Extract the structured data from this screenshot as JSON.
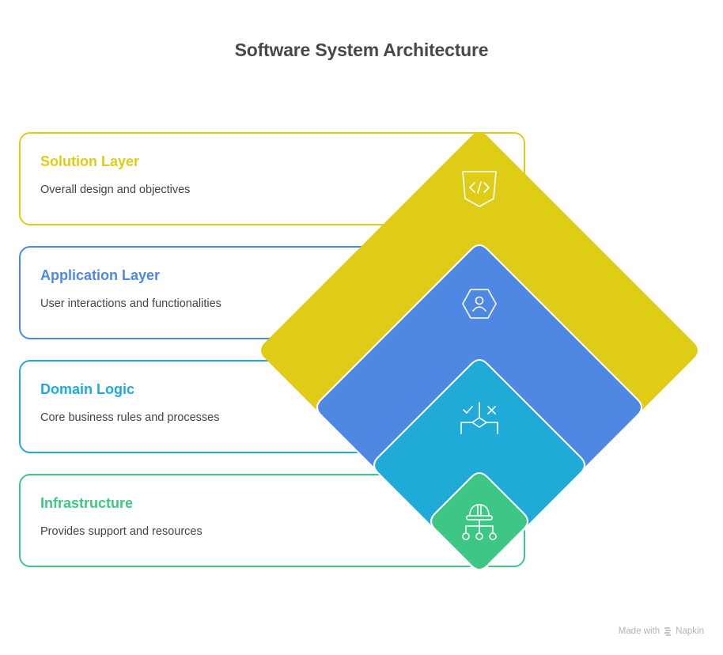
{
  "title": "Software System Architecture",
  "layers": [
    {
      "title": "Solution Layer",
      "description": "Overall design and objectives",
      "color": "#dfcc16",
      "icon": "code-shield-icon"
    },
    {
      "title": "Application Layer",
      "description": "User interactions and functionalities",
      "color": "#4f88e3",
      "icon": "user-hexagon-icon"
    },
    {
      "title": "Domain Logic",
      "description": "Core business rules and processes",
      "color": "#20aad8",
      "icon": "decision-flow-icon"
    },
    {
      "title": "Infrastructure",
      "description": "Provides support and resources",
      "color": "#3ec684",
      "icon": "hardhat-network-icon"
    }
  ],
  "footer": {
    "made_with": "Made with",
    "brand": "Napkin"
  }
}
